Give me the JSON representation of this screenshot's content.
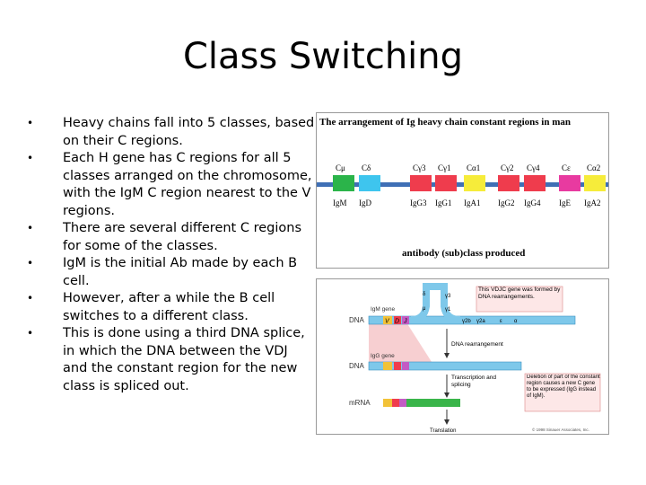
{
  "slide": {
    "title": "Class Switching",
    "bullets": [
      "Heavy chains fall into 5 classes, based on their C regions.",
      "Each H gene has C regions for all 5 classes arranged on the chromosome, with the IgM C region nearest to the V regions.",
      "There are several different C regions for some of the classes.",
      "IgM is the initial Ab made by each B cell.",
      "However, after a while the B cell switches to a different class.",
      "This is done using a third DNA splice, in which the DNA between the VDJ and the constant region for the new class is spliced out."
    ]
  },
  "figure1": {
    "title": "The arrangement of Ig heavy chain constant regions in man",
    "genes": [
      {
        "gene": "Cμ",
        "label": "IgM",
        "color": "#2bb44a"
      },
      {
        "gene": "Cδ",
        "label": "IgD",
        "color": "#3ec5ee"
      },
      {
        "gene": "Cγ3",
        "label": "IgG3",
        "color": "#ef3c4d"
      },
      {
        "gene": "Cγ1",
        "label": "IgG1",
        "color": "#ef3c4d"
      },
      {
        "gene": "Cα1",
        "label": "IgA1",
        "color": "#f6ec3a"
      },
      {
        "gene": "Cγ2",
        "label": "IgG2",
        "color": "#ef3c4d"
      },
      {
        "gene": "Cγ4",
        "label": "IgG4",
        "color": "#ef3c4d"
      },
      {
        "gene": "Cε",
        "label": "IgE",
        "color": "#e83aa0"
      },
      {
        "gene": "Cα2",
        "label": "IgA2",
        "color": "#f6ec3a"
      }
    ],
    "caption": "antibody (sub)class produced"
  },
  "figure2": {
    "dna_label": "DNA",
    "dna_label2": "DNA",
    "mrna_label": "mRNA",
    "igm_gene": "IgM gene",
    "igg_gene": "IgG gene",
    "seg_v": "V",
    "seg_d": "D",
    "seg_j": "J",
    "seg_mu": "μ",
    "seg_delta": "δ",
    "seg_g3": "γ3",
    "seg_g1": "γ1",
    "seg_g2b": "γ2b",
    "seg_g2a": "γ2a",
    "seg_e": "ε",
    "seg_a": "α",
    "note_vdj": "This VDJC gene was formed by DNA rearrangements.",
    "rearrangement": "DNA rearrangement",
    "note_deletion": "Deletion of part of the constant region causes a new C gene to be expressed (IgG instead of IgM).",
    "transcription": "Transcription and splicing",
    "translation": "Translation",
    "copyright": "© 1998 Sinauer Associates, Inc."
  }
}
